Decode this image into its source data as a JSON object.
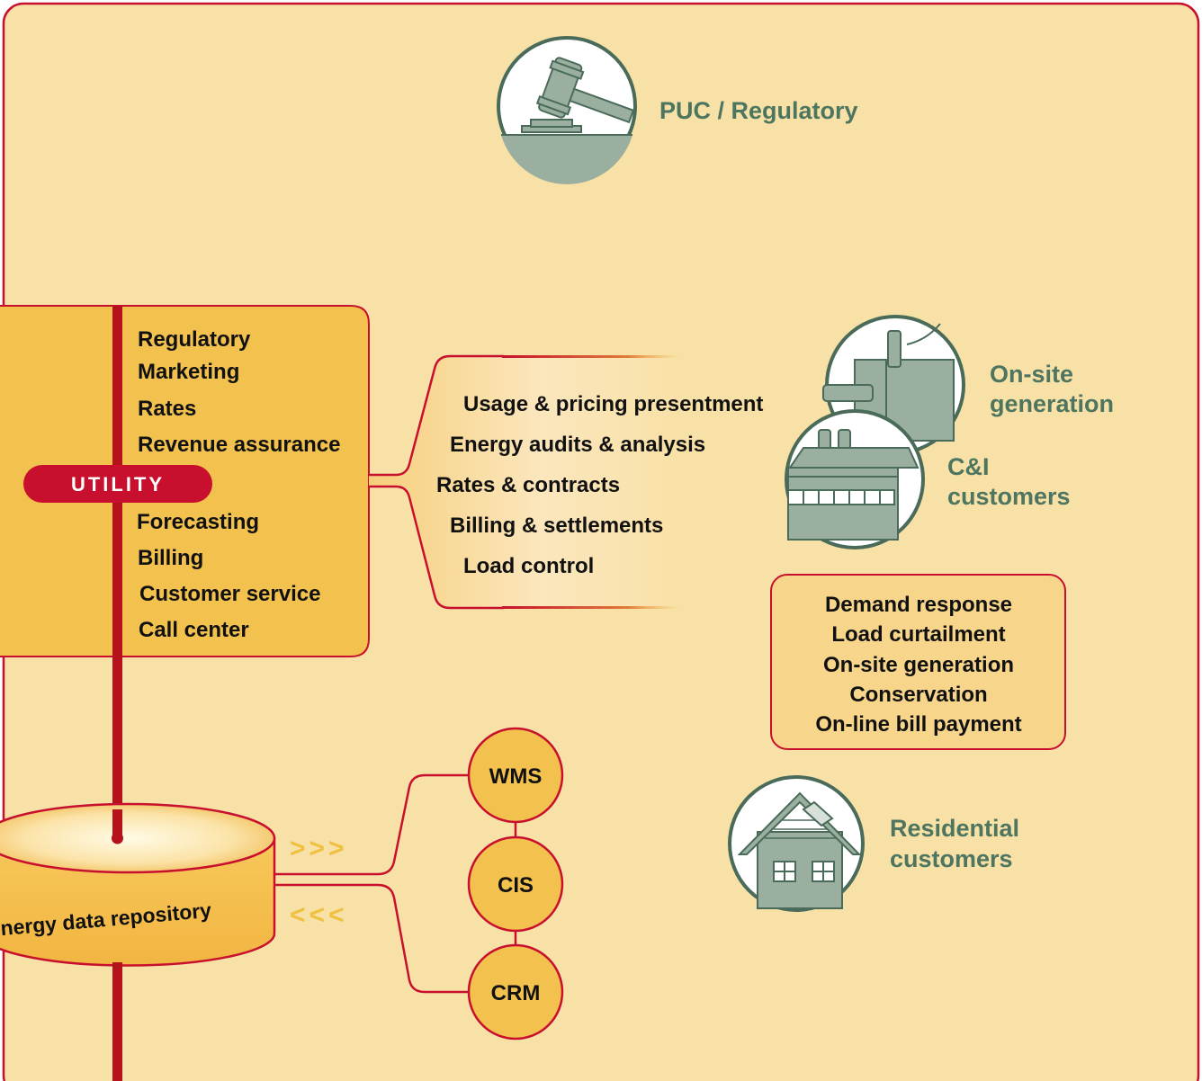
{
  "colors": {
    "background": "#f8e1a6",
    "border_red": "#c8102e",
    "utility_box": "#f2c14e",
    "bus_red": "#b5121b",
    "green_label": "#4d7560",
    "icon_green": "#9aaf9f",
    "icon_dark": "#4a6b5a",
    "arrow_yellow": "#f0c040"
  },
  "regulator": {
    "label": "PUC / Regulatory",
    "icon": "gavel-icon"
  },
  "utility": {
    "badge": "UTILITY",
    "functions_top": [
      "Regulatory",
      "Marketing",
      "Rates",
      "Revenue assurance"
    ],
    "functions_bottom": [
      "Forecasting",
      "Billing",
      "Customer service",
      "Call center"
    ]
  },
  "services": [
    "Usage & pricing presentment",
    "Energy audits & analysis",
    "Rates & contracts",
    "Billing & settlements",
    "Load control"
  ],
  "customers": {
    "onsite": {
      "line1": "On-site",
      "line2": "generation",
      "icon": "generator-icon"
    },
    "ci": {
      "line1": "C&I",
      "line2": "customers",
      "icon": "factory-icon"
    },
    "residential": {
      "line1": "Residential",
      "line2": "customers",
      "icon": "house-icon"
    }
  },
  "programs": [
    "Demand response",
    "Load curtailment",
    "On-site generation",
    "Conservation",
    "On-line bill payment"
  ],
  "repository": {
    "label": "nergy data repository",
    "arrow_out": ">>>",
    "arrow_in": "<<<"
  },
  "systems": [
    "WMS",
    "CIS",
    "CRM"
  ]
}
